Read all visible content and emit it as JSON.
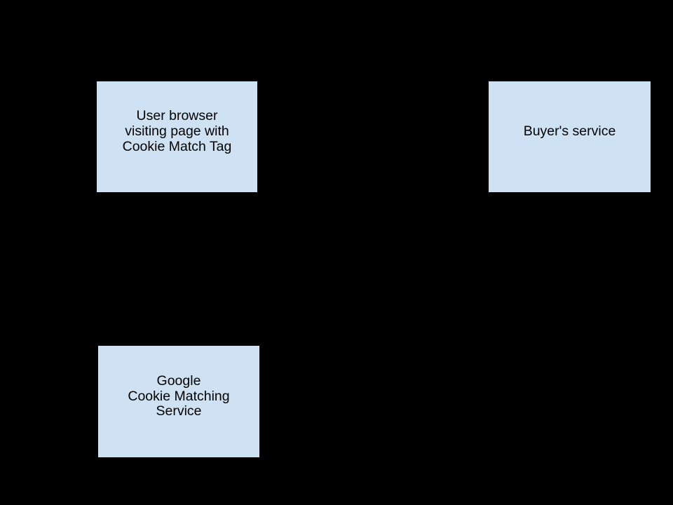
{
  "page": {
    "background_color": "#000000",
    "kind": "cookie-matching-flow-diagram"
  },
  "nodes": [
    {
      "name": "user-browser",
      "lines": [
        "User browser",
        "visiting page with",
        "Cookie Match Tag"
      ],
      "fill_color": "#cfe2f3",
      "border_color": "#000000",
      "text_color": "#000000"
    },
    {
      "name": "buyers-service",
      "lines": [
        "Buyer's service"
      ],
      "fill_color": "#cfe2f3",
      "border_color": "#000000",
      "text_color": "#000000"
    },
    {
      "name": "google-cookie-matching-service",
      "lines": [
        "Google",
        "Cookie Matching",
        "Service"
      ],
      "fill_color": "#cfe2f3",
      "border_color": "#000000",
      "text_color": "#000000"
    }
  ]
}
